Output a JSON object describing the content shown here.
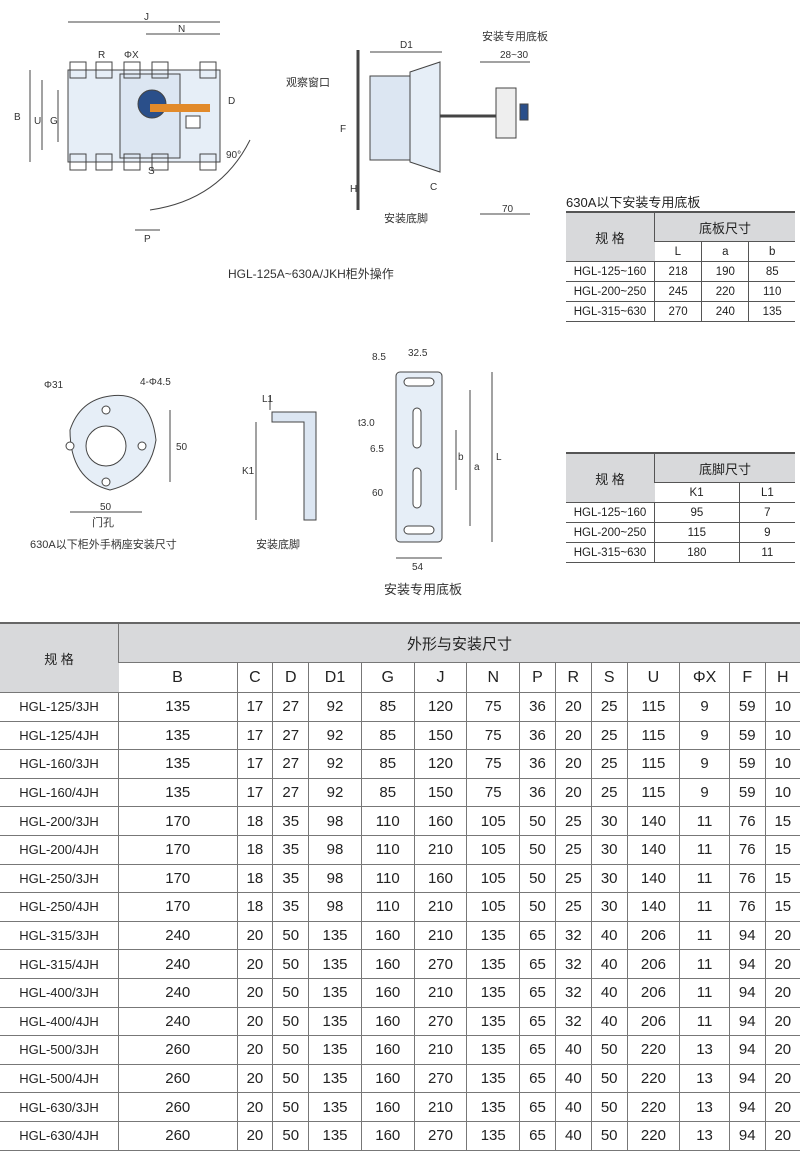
{
  "diagram1": {
    "caption": "HGL-125A~630A/JKH柜外操作",
    "dims": [
      "J",
      "N",
      "R",
      "ΦX",
      "B",
      "U",
      "G",
      "D",
      "S",
      "P",
      "90°"
    ]
  },
  "diagram2": {
    "dims": [
      "D1",
      "28~30",
      "F",
      "H",
      "C",
      "70"
    ],
    "labels": {
      "window": "观察窗口",
      "plate": "安装专用底板",
      "foot": "安装底脚"
    }
  },
  "diagram3": {
    "caption": "630A以下柜外手柄座安装尺寸",
    "sub": "门孔",
    "dims": [
      "Φ31",
      "4-Φ4.5",
      "50",
      "50"
    ]
  },
  "diagram4": {
    "caption": "安装底脚",
    "dims": [
      "L1",
      "K1"
    ]
  },
  "diagram5": {
    "caption": "安装专用底板",
    "dims": [
      "8.5",
      "32.5",
      "t3.0",
      "6.5",
      "60",
      "54",
      "a",
      "b",
      "L"
    ]
  },
  "plate_table": {
    "title": "630A以下安装专用底板",
    "spec_header": "规 格",
    "group_header": "底板尺寸",
    "cols": [
      "L",
      "a",
      "b"
    ],
    "rows": [
      [
        "HGL-125~160",
        "218",
        "190",
        "85"
      ],
      [
        "HGL-200~250",
        "245",
        "220",
        "110"
      ],
      [
        "HGL-315~630",
        "270",
        "240",
        "135"
      ]
    ]
  },
  "foot_table": {
    "spec_header": "规 格",
    "group_header": "底脚尺寸",
    "cols": [
      "K1",
      "L1"
    ],
    "rows": [
      [
        "HGL-125~160",
        "95",
        "7"
      ],
      [
        "HGL-200~250",
        "115",
        "9"
      ],
      [
        "HGL-315~630",
        "180",
        "11"
      ]
    ]
  },
  "main_table": {
    "spec_header": "规 格",
    "group_header": "外形与安装尺寸",
    "cols": [
      "B",
      "C",
      "D",
      "D1",
      "G",
      "J",
      "N",
      "P",
      "R",
      "S",
      "U",
      "ΦX",
      "F",
      "H"
    ],
    "rows": [
      [
        "HGL-125/3JH",
        "135",
        "17",
        "27",
        "92",
        "85",
        "120",
        "75",
        "36",
        "20",
        "25",
        "115",
        "9",
        "59",
        "10"
      ],
      [
        "HGL-125/4JH",
        "135",
        "17",
        "27",
        "92",
        "85",
        "150",
        "75",
        "36",
        "20",
        "25",
        "115",
        "9",
        "59",
        "10"
      ],
      [
        "HGL-160/3JH",
        "135",
        "17",
        "27",
        "92",
        "85",
        "120",
        "75",
        "36",
        "20",
        "25",
        "115",
        "9",
        "59",
        "10"
      ],
      [
        "HGL-160/4JH",
        "135",
        "17",
        "27",
        "92",
        "85",
        "150",
        "75",
        "36",
        "20",
        "25",
        "115",
        "9",
        "59",
        "10"
      ],
      [
        "HGL-200/3JH",
        "170",
        "18",
        "35",
        "98",
        "110",
        "160",
        "105",
        "50",
        "25",
        "30",
        "140",
        "11",
        "76",
        "15"
      ],
      [
        "HGL-200/4JH",
        "170",
        "18",
        "35",
        "98",
        "110",
        "210",
        "105",
        "50",
        "25",
        "30",
        "140",
        "11",
        "76",
        "15"
      ],
      [
        "HGL-250/3JH",
        "170",
        "18",
        "35",
        "98",
        "110",
        "160",
        "105",
        "50",
        "25",
        "30",
        "140",
        "11",
        "76",
        "15"
      ],
      [
        "HGL-250/4JH",
        "170",
        "18",
        "35",
        "98",
        "110",
        "210",
        "105",
        "50",
        "25",
        "30",
        "140",
        "11",
        "76",
        "15"
      ],
      [
        "HGL-315/3JH",
        "240",
        "20",
        "50",
        "135",
        "160",
        "210",
        "135",
        "65",
        "32",
        "40",
        "206",
        "11",
        "94",
        "20"
      ],
      [
        "HGL-315/4JH",
        "240",
        "20",
        "50",
        "135",
        "160",
        "270",
        "135",
        "65",
        "32",
        "40",
        "206",
        "11",
        "94",
        "20"
      ],
      [
        "HGL-400/3JH",
        "240",
        "20",
        "50",
        "135",
        "160",
        "210",
        "135",
        "65",
        "32",
        "40",
        "206",
        "11",
        "94",
        "20"
      ],
      [
        "HGL-400/4JH",
        "240",
        "20",
        "50",
        "135",
        "160",
        "270",
        "135",
        "65",
        "32",
        "40",
        "206",
        "11",
        "94",
        "20"
      ],
      [
        "HGL-500/3JH",
        "260",
        "20",
        "50",
        "135",
        "160",
        "210",
        "135",
        "65",
        "40",
        "50",
        "220",
        "13",
        "94",
        "20"
      ],
      [
        "HGL-500/4JH",
        "260",
        "20",
        "50",
        "135",
        "160",
        "270",
        "135",
        "65",
        "40",
        "50",
        "220",
        "13",
        "94",
        "20"
      ],
      [
        "HGL-630/3JH",
        "260",
        "20",
        "50",
        "135",
        "160",
        "210",
        "135",
        "65",
        "40",
        "50",
        "220",
        "13",
        "94",
        "20"
      ],
      [
        "HGL-630/4JH",
        "260",
        "20",
        "50",
        "135",
        "160",
        "270",
        "135",
        "65",
        "40",
        "50",
        "220",
        "13",
        "94",
        "20"
      ]
    ]
  }
}
